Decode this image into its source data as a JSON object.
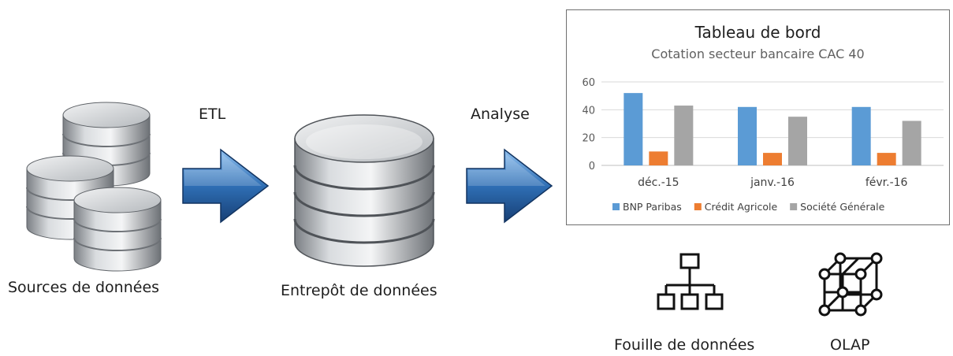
{
  "sources": {
    "label": "Sources de données",
    "icon": "database-stack-icon"
  },
  "etl": {
    "label": "ETL",
    "icon": "arrow-right-icon"
  },
  "warehouse": {
    "label": "Entrepôt de données",
    "icon": "data-warehouse-icon"
  },
  "analyse": {
    "label": "Analyse",
    "icon": "arrow-right-icon"
  },
  "mining": {
    "label": "Fouille de données",
    "icon": "hierarchy-icon"
  },
  "olap": {
    "label": "OLAP",
    "icon": "cube-network-icon"
  },
  "colors": {
    "arrow": "#2f6fb5",
    "db_silver": "#9aa0a6"
  },
  "chart_data": {
    "type": "bar",
    "title": "Tableau de bord",
    "subtitle": "Cotation secteur bancaire CAC 40",
    "categories": [
      "déc.-15",
      "janv.-16",
      "févr.-16"
    ],
    "series": [
      {
        "name": "BNP Paribas",
        "values": [
          52,
          42,
          42
        ],
        "color": "#5b9bd5"
      },
      {
        "name": "Crédit Agricole",
        "values": [
          10,
          9,
          9
        ],
        "color": "#ed7d31"
      },
      {
        "name": "Société Générale",
        "values": [
          43,
          35,
          32
        ],
        "color": "#a5a5a5"
      }
    ],
    "ylim": [
      0,
      60
    ],
    "yticks": [
      0,
      20,
      40,
      60
    ],
    "grid": true,
    "legend": "bottom"
  }
}
